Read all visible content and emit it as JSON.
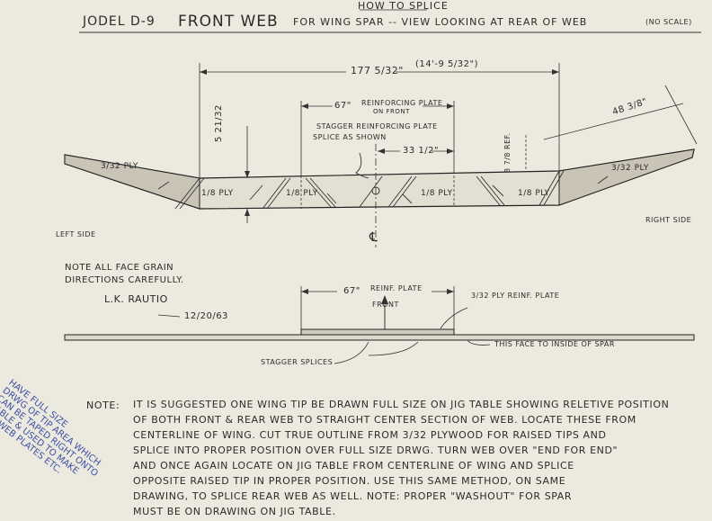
{
  "header": {
    "top_line": "How to Splice",
    "title_left": "Jodel D-9",
    "title_main": "Front Web",
    "title_right": "For Wing Spar -- View Looking At Rear of Web",
    "scale_note": "(No Scale)"
  },
  "dimensions": {
    "overall": "177 5/32\"",
    "overall_ft": "(14'-9 5/32\")",
    "reinforcing_plate": "67\"",
    "reinforcing_plate_label": "Reinforcing Plate",
    "reinforcing_plate_sub": "On Front",
    "stagger_note_1": "Stagger Reinforcing Plate",
    "stagger_note_2": "Splice as Shown",
    "half_center": "33 1/2\"",
    "height_left": "5 21/32",
    "height_right": "8 7/8 Ref.",
    "tip_length": "48 3/8\""
  },
  "plies": {
    "left_tip": "3/32 Ply",
    "left_center": "1/8 Ply",
    "left_inner": "1/8 Ply",
    "right_inner": "1/8 Ply",
    "right_center": "1/8 Ply",
    "right_tip": "3/32 Ply"
  },
  "sides": {
    "left": "Left Side",
    "right": "Right Side",
    "centerline": "℄"
  },
  "notes": {
    "grain_1": "Note All Face Grain",
    "grain_2": "Directions Carefully.",
    "author": "L.K. Rautio",
    "date": "12/20/63"
  },
  "lower_view": {
    "plate_dim": "67\"",
    "plate_label": "Reinf. Plate",
    "front": "Front",
    "ply_plate": "3/32 Ply Reinf. Plate",
    "inside_face": "This Face to Inside of Spar",
    "stagger": "Stagger Splices"
  },
  "main_note": {
    "label": "Note:",
    "lines": [
      "It is suggested One wing tip be drawn Full Size on Jig table showing Reletive Position",
      "of Both Front & Rear Web to Straight Center Section of Web. Locate These From",
      "Centerline of Wing. Cut True Outline From 3/32 Plywood For Raised Tips and",
      "Splice into Proper Position Over Full Size Drwg. Turn Web over \"End For End\"",
      "and once again Locate on Jig Table From Centerline of Wing and Splice",
      "Opposite Raised Tip in Proper Position. Use This Same Method, on Same",
      "Drawing, To Splice Rear Web As Well. Note: Proper \"Washout\" For Spar",
      "Must Be on Drawing on Jig Table."
    ]
  },
  "handwritten": {
    "lines": [
      "Have Full Size",
      "Drwg of Tip Area Which",
      "Can be Taped Right Onto",
      "Table & Used to Make",
      "Tip Web Plates Etc."
    ]
  },
  "colors": {
    "paper": "#ece9df",
    "ink": "#2b2b2b",
    "blue_ink": "#3c4fa8"
  }
}
